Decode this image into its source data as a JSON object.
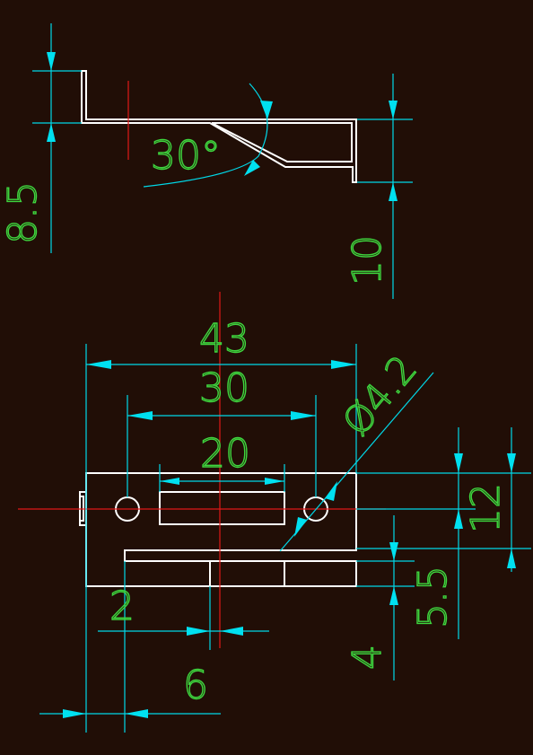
{
  "colors": {
    "background": "#210e06",
    "object_line": "#ffffff",
    "dimension_line": "#00d8e8",
    "center_line": "#e01818",
    "dimension_text": "#3ed63e"
  },
  "dimensions": {
    "side_height": "8.5",
    "side_angle": "30°",
    "side_drop": "10",
    "overall_width": "43",
    "hole_spacing": "30",
    "slot_width": "20",
    "hole_diameter": "Ø4.2",
    "hole_offset": "12",
    "step_height": "5.5",
    "left_gap": "2",
    "center_width": "6",
    "bottom_depth": "4"
  }
}
